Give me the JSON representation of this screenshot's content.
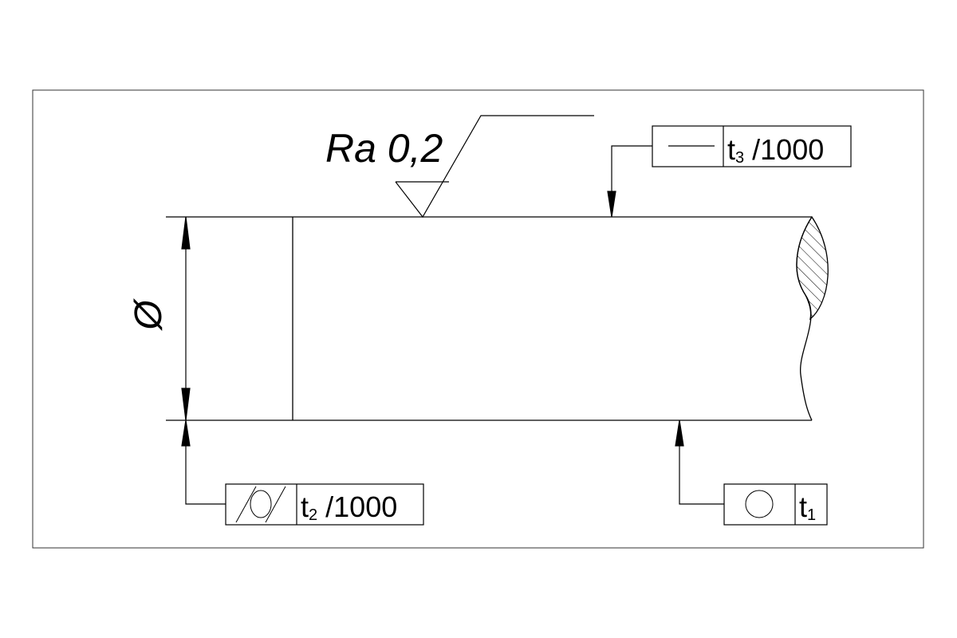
{
  "roughness": {
    "label": "Ra 0,2"
  },
  "diameter_symbol": "Ø",
  "tolerance_straightness": {
    "symbol": "straightness",
    "value_t": "t",
    "value_sub": "3",
    "per": " /1000"
  },
  "tolerance_cylindricity": {
    "symbol": "cylindricity",
    "value_t": "t",
    "value_sub": "2",
    "per": " /1000"
  },
  "tolerance_roundness": {
    "symbol": "roundness",
    "value_t": "t",
    "value_sub": "1"
  },
  "colors": {
    "line": "#000000",
    "background": "#ffffff"
  }
}
